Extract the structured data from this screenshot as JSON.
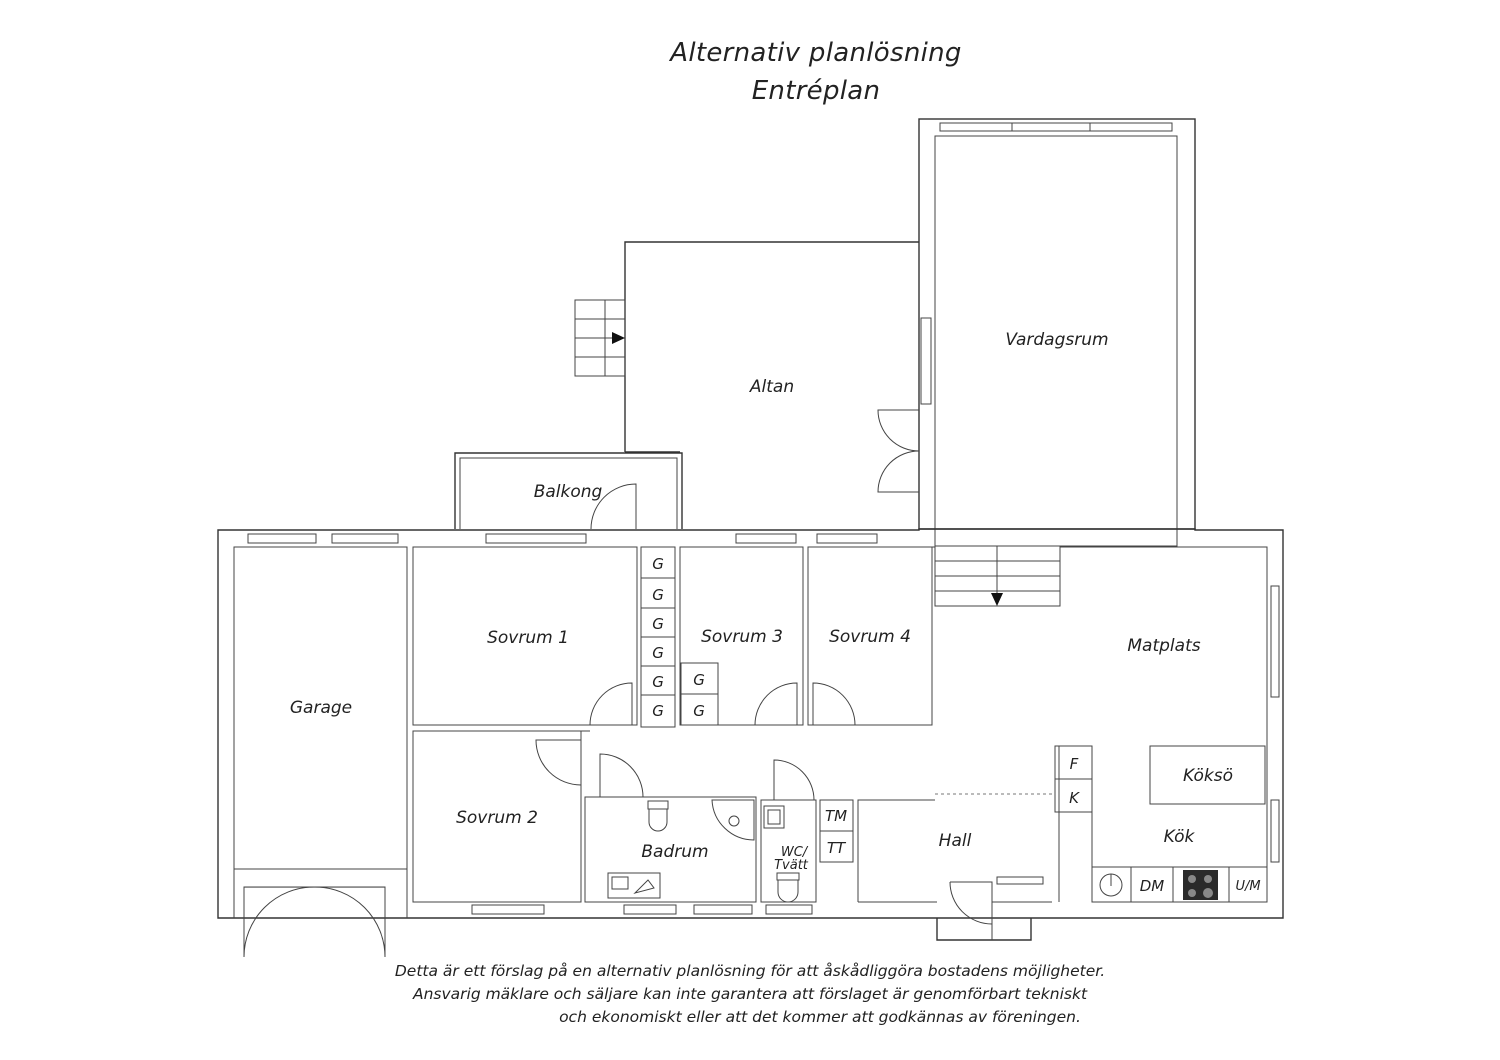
{
  "title": {
    "line1": "Alternativ planlösning",
    "line2": "Entréplan"
  },
  "rooms": {
    "vardagsrum": "Vardagsrum",
    "altan": "Altan",
    "balkong": "Balkong",
    "garage": "Garage",
    "sovrum1": "Sovrum 1",
    "sovrum2": "Sovrum 2",
    "sovrum3": "Sovrum 3",
    "sovrum4": "Sovrum 4",
    "matplats": "Matplats",
    "koksö": "Köksö",
    "kok": "Kök",
    "hall": "Hall",
    "badrum": "Badrum",
    "wc_line1": "WC/",
    "wc_line2": "Tvätt"
  },
  "fixtures": {
    "wardrobe": "G",
    "fridge": "F",
    "freezer": "K",
    "dishwasher": "DM",
    "oven_micro": "U/M",
    "dryer": "TM",
    "tumble": "TT"
  },
  "disclaimer": {
    "line1": "Detta är ett förslag på en alternativ planlösning för att åskådliggöra bostadens möjligheter.",
    "line2": "Ansvarig mäklare och säljare kan inte garantera att förslaget är genomförbart tekniskt",
    "line3": "och ekonomiskt eller att det kommer att godkännas av föreningen."
  }
}
